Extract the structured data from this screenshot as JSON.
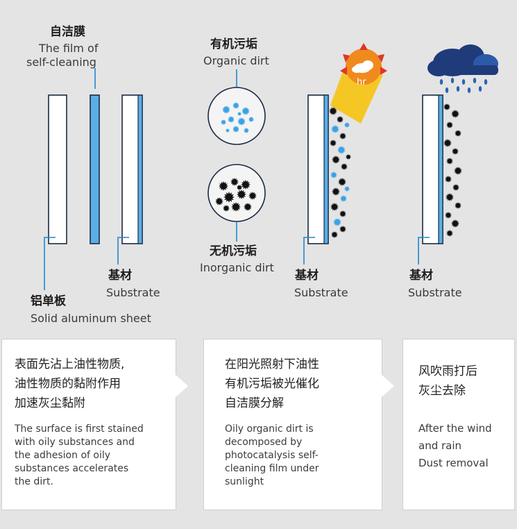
{
  "labels": {
    "film_zh": "自洁膜",
    "film_en_1": "The film of",
    "film_en_2": "self-cleaning",
    "aluminum_zh": "铝单板",
    "aluminum_en": "Solid aluminum sheet",
    "substrate_zh": "基材",
    "substrate_en": "Substrate",
    "organic_zh": "有机污垢",
    "organic_en": "Organic dirt",
    "inorganic_zh": "无机污垢",
    "inorganic_en": "Inorganic dirt",
    "sun_text": "hr"
  },
  "boxes": [
    {
      "zh_lines": [
        "表面先沾上油性物质,",
        "油性物质的黏附作用",
        "加速灰尘黏附"
      ],
      "en_lines": [
        "The surface is first stained",
        "with oily substances and",
        "the adhesion of oily",
        "substances accelerates",
        "the dirt."
      ]
    },
    {
      "zh_lines": [
        "在阳光照射下油性",
        "有机污垢被光催化",
        "自洁膜分解"
      ],
      "en_lines": [
        "Oily organic dirt is",
        "decomposed by",
        "photocatalysis self-",
        "cleaning film under",
        "sunlight"
      ]
    },
    {
      "zh_lines": [
        "风吹雨打后",
        "灰尘去除"
      ],
      "en_lines": [
        "After the wind",
        "and rain",
        "Dust removal"
      ]
    }
  ],
  "colors": {
    "background": "#e4e4e4",
    "film_blue": "#5aaee8",
    "accent_line": "#1e88d0",
    "sun_orange": "#f08a1c",
    "sun_red": "#e0352b",
    "cloud_navy": "#1f3b7a",
    "dirt_black": "#111111",
    "dirt_blue": "#3aa2e6"
  }
}
